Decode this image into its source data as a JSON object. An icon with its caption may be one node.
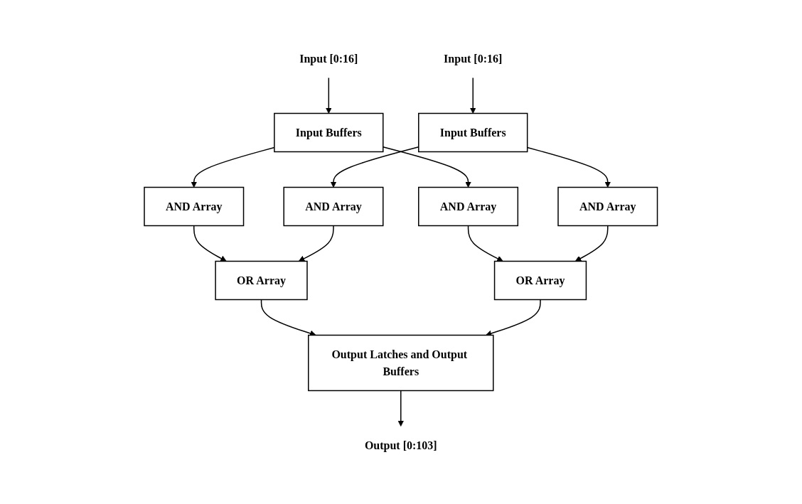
{
  "diagram": {
    "nodes": [
      {
        "text": [
          "Input [0:16]"
        ]
      },
      {
        "text": [
          "AND Array"
        ]
      },
      {
        "text": [
          "Input Buffers"
        ]
      },
      {
        "text": [
          "AND Array"
        ]
      },
      {
        "text": [
          "OR Array"
        ]
      },
      {
        "text": [
          "Output Latches and Output Buffers"
        ]
      },
      {
        "text": [
          "OR Array"
        ]
      },
      {
        "text": [
          "AND Array"
        ]
      },
      {
        "text": [
          "Input Buffers"
        ]
      },
      {
        "text": [
          "AND Array"
        ]
      },
      {
        "text": [
          "Input [0:16]"
        ]
      },
      {
        "text": [
          "Output [0:103]"
        ]
      }
    ],
    "edges": [
      {
        "from": 0,
        "to": 2,
        "arrow": "to"
      },
      {
        "from": 2,
        "to": 1,
        "arrow": "to"
      },
      {
        "from": 2,
        "to": 3,
        "arrow": "to"
      },
      {
        "from": 1,
        "to": 4,
        "arrow": "to"
      },
      {
        "from": 3,
        "to": 6,
        "arrow": "to"
      },
      {
        "from": 4,
        "to": 5,
        "arrow": "to"
      },
      {
        "from": 6,
        "to": 5,
        "arrow": "to"
      },
      {
        "from": 7,
        "to": 4,
        "arrow": "to"
      },
      {
        "from": 9,
        "to": 6,
        "arrow": "to"
      },
      {
        "from": 8,
        "to": 7,
        "arrow": "to"
      },
      {
        "from": 8,
        "to": 9,
        "arrow": "to"
      },
      {
        "from": 10,
        "to": 8,
        "arrow": "to"
      },
      {
        "from": 5,
        "to": 11,
        "arrow": "to"
      }
    ]
  }
}
